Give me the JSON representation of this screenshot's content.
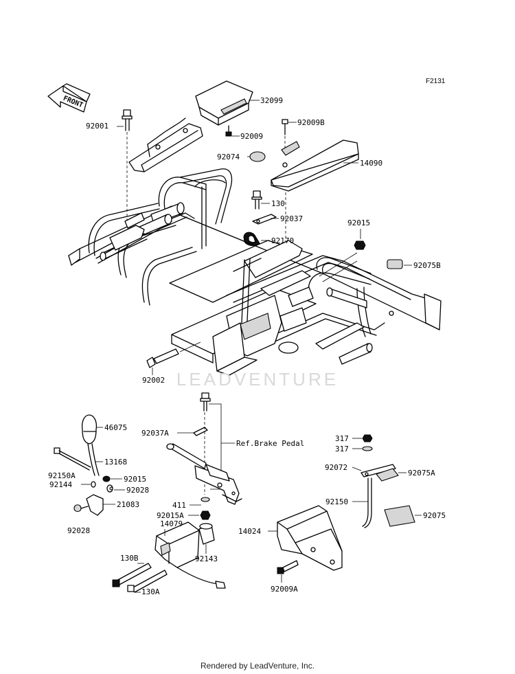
{
  "diagram_code": "F2131",
  "front_label": "FRONT",
  "watermark": "LEADVENTURE",
  "footer": "Rendered by LeadVenture, Inc.",
  "labels": {
    "p32099": "32099",
    "p92001": "92001",
    "p92009b": "92009B",
    "p92009": "92009",
    "p92074": "92074",
    "p14090": "14090",
    "p130": "130",
    "p92037": "92037",
    "p92015_top": "92015",
    "p92170": "92170",
    "p92075b": "92075B",
    "p92002": "92002",
    "p46075": "46075",
    "p92037a": "92037A",
    "ref_brake": "Ref.Brake Pedal",
    "p317_a": "317",
    "p317_b": "317",
    "p13168": "13168",
    "p92150a": "92150A",
    "p92015_mid": "92015",
    "p92144": "92144",
    "p92028_r": "92028",
    "p92072": "92072",
    "p92075a": "92075A",
    "p411": "411",
    "p21083": "21083",
    "p92015a": "92015A",
    "p92150": "92150",
    "p92028_l": "92028",
    "p14079": "14079",
    "p14024": "14024",
    "p92075": "92075",
    "p92143": "92143",
    "p130b": "130B",
    "p130a": "130A",
    "p92009a": "92009A"
  }
}
